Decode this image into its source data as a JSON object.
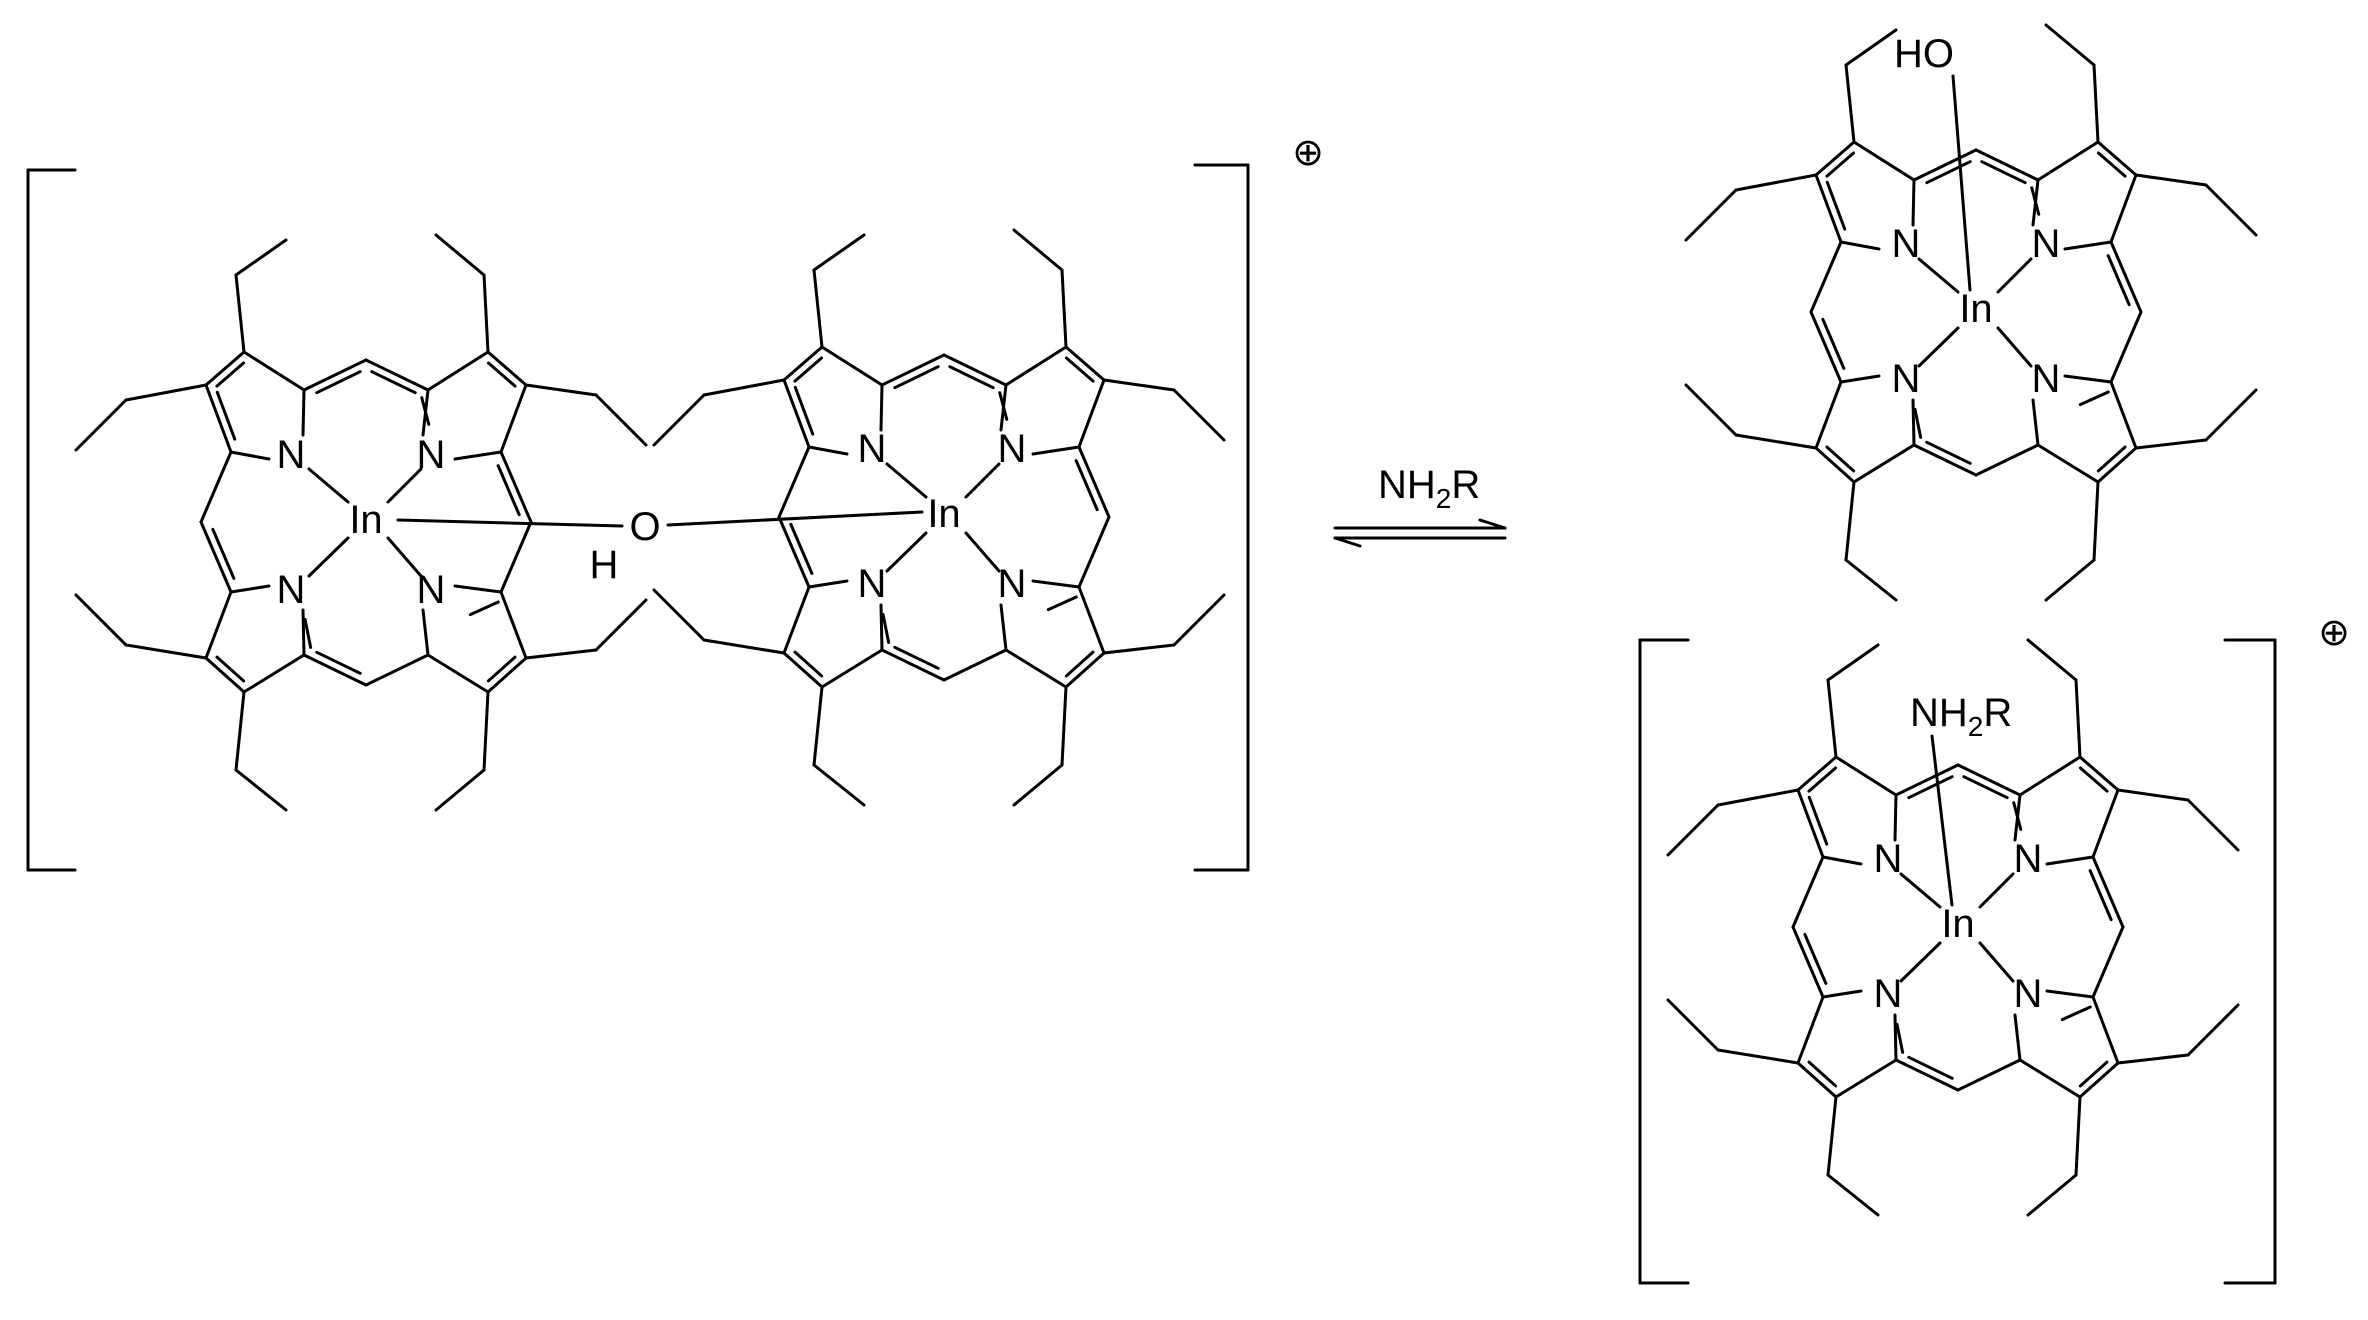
{
  "scheme": {
    "reagent_label": "NH₂R",
    "reagent_text": "NH",
    "reagent_subscript": "2",
    "reagent_tail": "R",
    "charge_symbol": "⊕",
    "metal_label": "In",
    "nitrogen_label": "N",
    "bridging_oxygen_label": "O",
    "bridging_hydrogen_label": "H",
    "hydroxide_axial_label": "HO",
    "amine_axial_label": "NH₂R",
    "arrow_type": "equilibrium"
  },
  "species": [
    {
      "id": "dimer",
      "description_text": "",
      "axial_ligand": "OH",
      "bracketed": true,
      "charged": true
    },
    {
      "id": "hydroxide_monomer",
      "axial_ligand": "HO",
      "bracketed": false,
      "charged": false
    },
    {
      "id": "amine_cation",
      "axial_ligand": "NH₂R",
      "bracketed": true,
      "charged": true
    }
  ],
  "colors": {
    "ink": "#000000",
    "background": "#ffffff"
  }
}
